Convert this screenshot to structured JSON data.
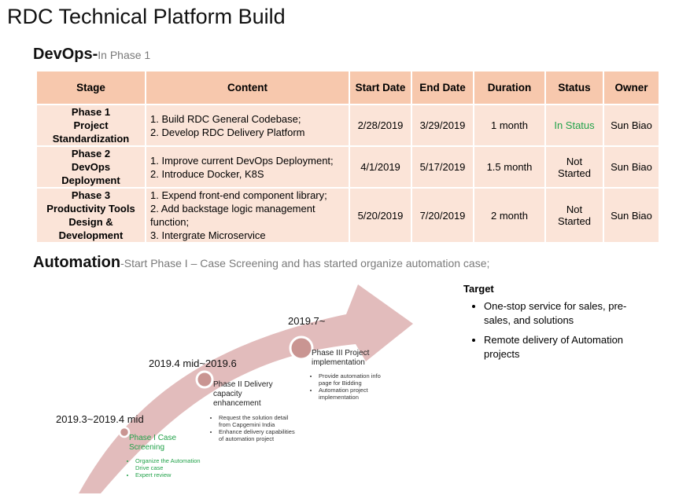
{
  "page_title": "RDC Technical Platform Build",
  "devops": {
    "title": "DevOps-",
    "subtitle": "In Phase 1",
    "columns": [
      "Stage",
      "Content",
      "Start Date",
      "End Date",
      "Duration",
      "Status",
      "Owner"
    ],
    "rows": [
      {
        "stage_lines": [
          "Phase 1",
          "Project",
          "Standardization"
        ],
        "content_lines": [
          "1. Build RDC General Codebase;",
          "2. Develop RDC Delivery Platform"
        ],
        "start": "2/28/2019",
        "end": "3/29/2019",
        "duration": "1 month",
        "status": "In Status",
        "owner": "Sun Biao"
      },
      {
        "stage_lines": [
          "Phase 2",
          "DevOps",
          "Deployment"
        ],
        "content_lines": [
          "1. Improve current DevOps Deployment;",
          "2. Introduce Docker, K8S"
        ],
        "start": "4/1/2019",
        "end": "5/17/2019",
        "duration": "1.5 month",
        "status": "Not Started",
        "owner": "Sun Biao"
      },
      {
        "stage_lines": [
          "Phase 3",
          "Productivity Tools",
          "Design &",
          "Development"
        ],
        "content_lines": [
          "1. Expend front-end component library;",
          "2. Add backstage logic management function;",
          "3. Intergrate Microservice"
        ],
        "start": "5/20/2019",
        "end": "7/20/2019",
        "duration": "2 month",
        "status": "Not Started",
        "owner": "Sun Biao"
      }
    ]
  },
  "automation": {
    "title": "Automation",
    "subtitle": "-Start Phase I – Case Screening and has started organize automation case;",
    "milestones": [
      {
        "date": "2019.3~2019.4 mid",
        "title_lines": [
          "Phase I Case",
          "Screening"
        ],
        "bullets": [
          "Organize the Automation Drive case",
          "Expert review"
        ]
      },
      {
        "date": "2019.4 mid~2019.6",
        "title_lines": [
          "Phase II Delivery",
          "capacity",
          "enhancement"
        ],
        "bullets": [
          "Request the solution detail from Capgemini India",
          "Enhance delivery capabilities of automation project"
        ]
      },
      {
        "date": "2019.7~",
        "title_lines": [
          "Phase III Project",
          "implementation"
        ],
        "bullets": [
          "Provide automation info page for Bidding",
          "Automation project implementation"
        ]
      }
    ]
  },
  "target": {
    "heading": "Target",
    "items": [
      "One-stop service for sales, pre-sales, and solutions",
      "Remote delivery of Automation projects"
    ]
  },
  "colors": {
    "header_fill": "#f7c8ad",
    "row_fill": "#fbe4d8",
    "status_green": "#22a24a",
    "arrow_fill": "#e2bcbc",
    "milestone_fill": "#c99592"
  }
}
